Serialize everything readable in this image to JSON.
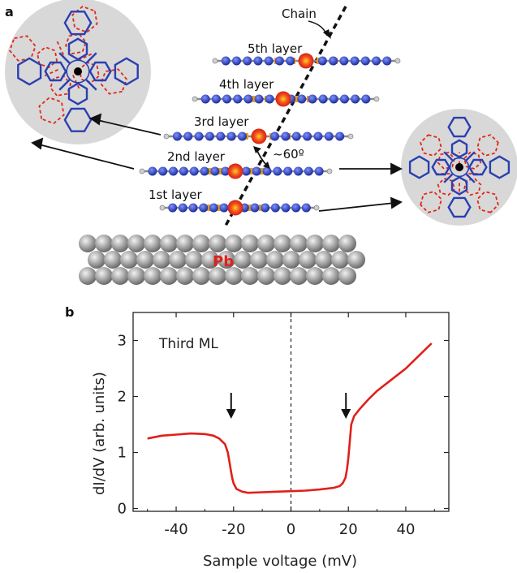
{
  "panel_a": {
    "label": "a",
    "chain_label": "Chain",
    "layers": [
      "5th layer",
      "4th layer",
      "3rd layer",
      "2nd layer",
      "1st layer"
    ],
    "angle_label": "~60º",
    "substrate_label": "Pb"
  },
  "panel_b": {
    "label": "b",
    "annotation": "Third ML"
  },
  "colors": {
    "molecule_blue": "#2a3fb0",
    "molecule_orange": "#e8a020",
    "metal_red": "#e02818",
    "curve_red": "#e0201a",
    "inset_gray": "#d8d8d8",
    "substrate_gray": "#9a9a9a"
  },
  "chart_data": {
    "type": "line",
    "title": "",
    "xlabel": "Sample voltage (mV)",
    "ylabel": "dI/dV (arb. units)",
    "xlim": [
      -55,
      55
    ],
    "ylim": [
      -0.05,
      3.5
    ],
    "xticks": [
      -40,
      -20,
      0,
      20,
      40
    ],
    "yticks": [
      0,
      1,
      2,
      3
    ],
    "zero_line": "dashed vertical at 0 mV",
    "arrows_at_x": [
      -20,
      20
    ],
    "series": [
      {
        "x": [
          -50,
          -45,
          -40,
          -35,
          -30,
          -27,
          -25,
          -23,
          -22,
          -21.5,
          -21,
          -20.5,
          -20,
          -19,
          -17,
          -15,
          -10,
          -5,
          0,
          5,
          10,
          15,
          17,
          18,
          19,
          19.5,
          20,
          20.5,
          21,
          22,
          24,
          27,
          30,
          35,
          40,
          45,
          49
        ],
        "y": [
          1.25,
          1.3,
          1.32,
          1.34,
          1.33,
          1.3,
          1.25,
          1.15,
          1.0,
          0.85,
          0.7,
          0.55,
          0.45,
          0.35,
          0.3,
          0.28,
          0.29,
          0.3,
          0.31,
          0.32,
          0.34,
          0.37,
          0.4,
          0.45,
          0.55,
          0.7,
          0.9,
          1.2,
          1.5,
          1.65,
          1.78,
          1.95,
          2.1,
          2.3,
          2.5,
          2.75,
          2.95
        ]
      }
    ]
  }
}
